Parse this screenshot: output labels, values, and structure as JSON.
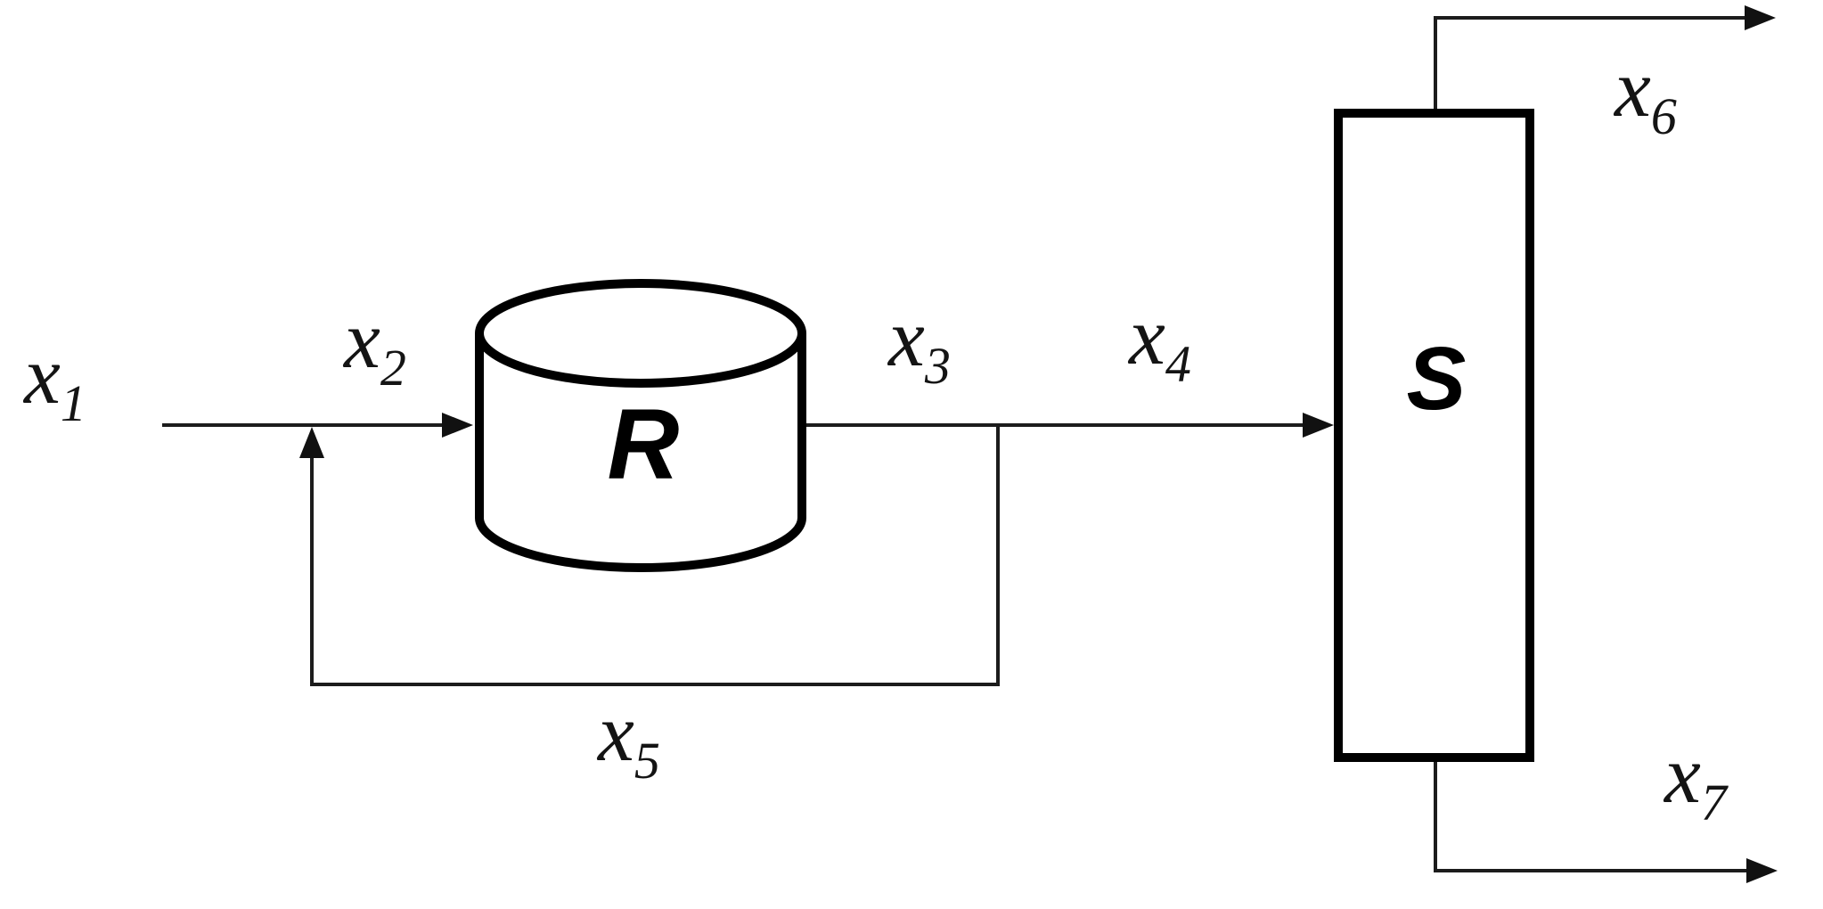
{
  "diagram": {
    "background_color": "#ffffff",
    "ink_color": "#000000",
    "units": [
      {
        "id": "reactor",
        "label": "R",
        "shape": "cylinder"
      },
      {
        "id": "separator",
        "label": "S",
        "shape": "column"
      }
    ],
    "streams": [
      {
        "symbol": "x",
        "sub": "1"
      },
      {
        "symbol": "x",
        "sub": "2"
      },
      {
        "symbol": "x",
        "sub": "3"
      },
      {
        "symbol": "x",
        "sub": "4"
      },
      {
        "symbol": "x",
        "sub": "5"
      },
      {
        "symbol": "x",
        "sub": "6"
      },
      {
        "symbol": "x",
        "sub": "7"
      }
    ]
  }
}
